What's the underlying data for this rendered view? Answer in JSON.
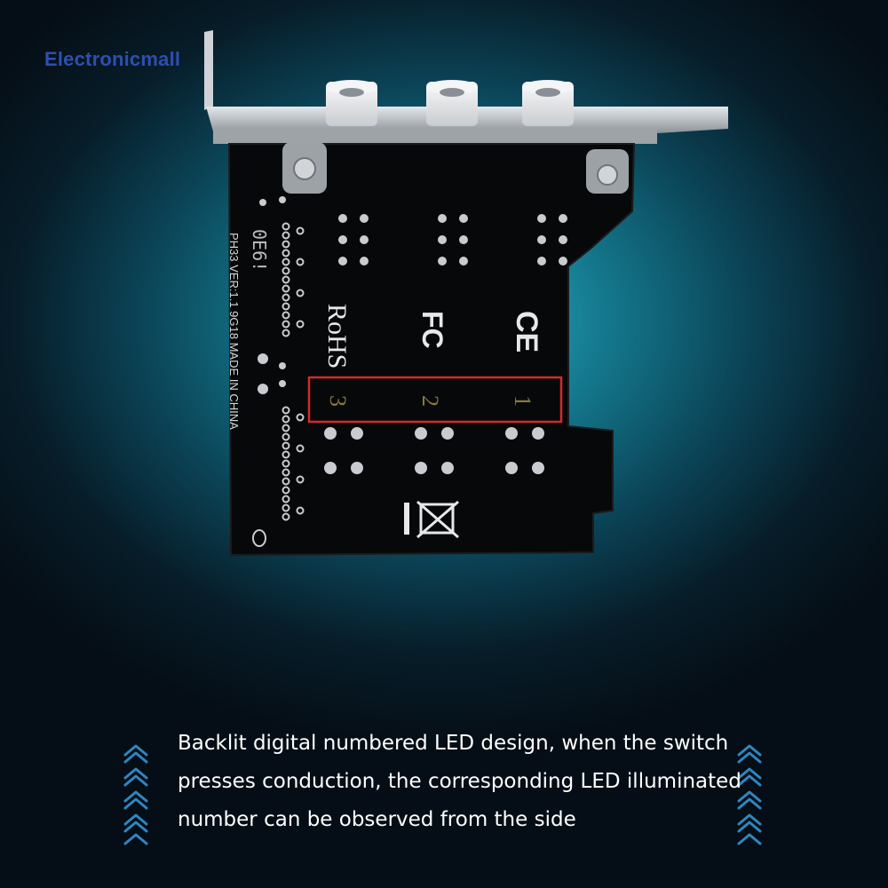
{
  "watermark": "Electronicmall",
  "board": {
    "silkscreen_model": "PH33  VER:1.1  9G18  MADE  IN  CHINA",
    "digit_display": "0E6!",
    "rohs": "RoHS",
    "fc": "FC",
    "ce": "CE",
    "port_numbers": [
      "3",
      "2",
      "1"
    ],
    "highlight_color": "#d42a2a"
  },
  "caption": {
    "lines": [
      "Backlit digital numbered LED design, when the switch",
      "presses conduction, the corresponding LED illuminated",
      "number can be observed from the side"
    ]
  },
  "colors": {
    "background_center": "#2bb4c9",
    "background_edge": "#050e16",
    "chevron": "#2f86c0",
    "text": "#ffffff"
  }
}
